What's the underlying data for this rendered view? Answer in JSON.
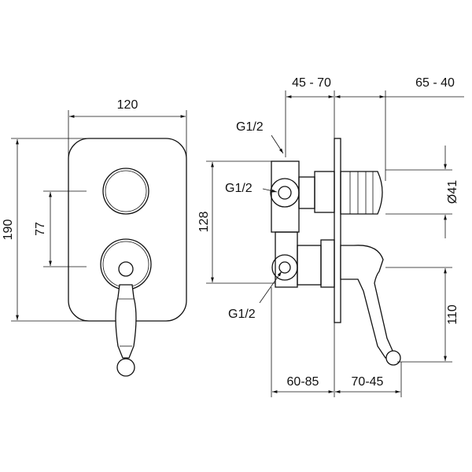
{
  "front_view": {
    "width_label": "120",
    "height_label": "190",
    "knob_spacing_label": "77"
  },
  "side_view": {
    "top_left_label": "45 - 70",
    "top_right_label": "65 - 40",
    "diameter_label": "Ø41",
    "body_height_label": "128",
    "lever_height_label": "110",
    "bottom_left_label": "60-85",
    "bottom_right_label": "70-45",
    "connection_top_label": "G1/2",
    "connection_mid_label": "G1/2",
    "connection_bottom_label": "G1/2"
  }
}
